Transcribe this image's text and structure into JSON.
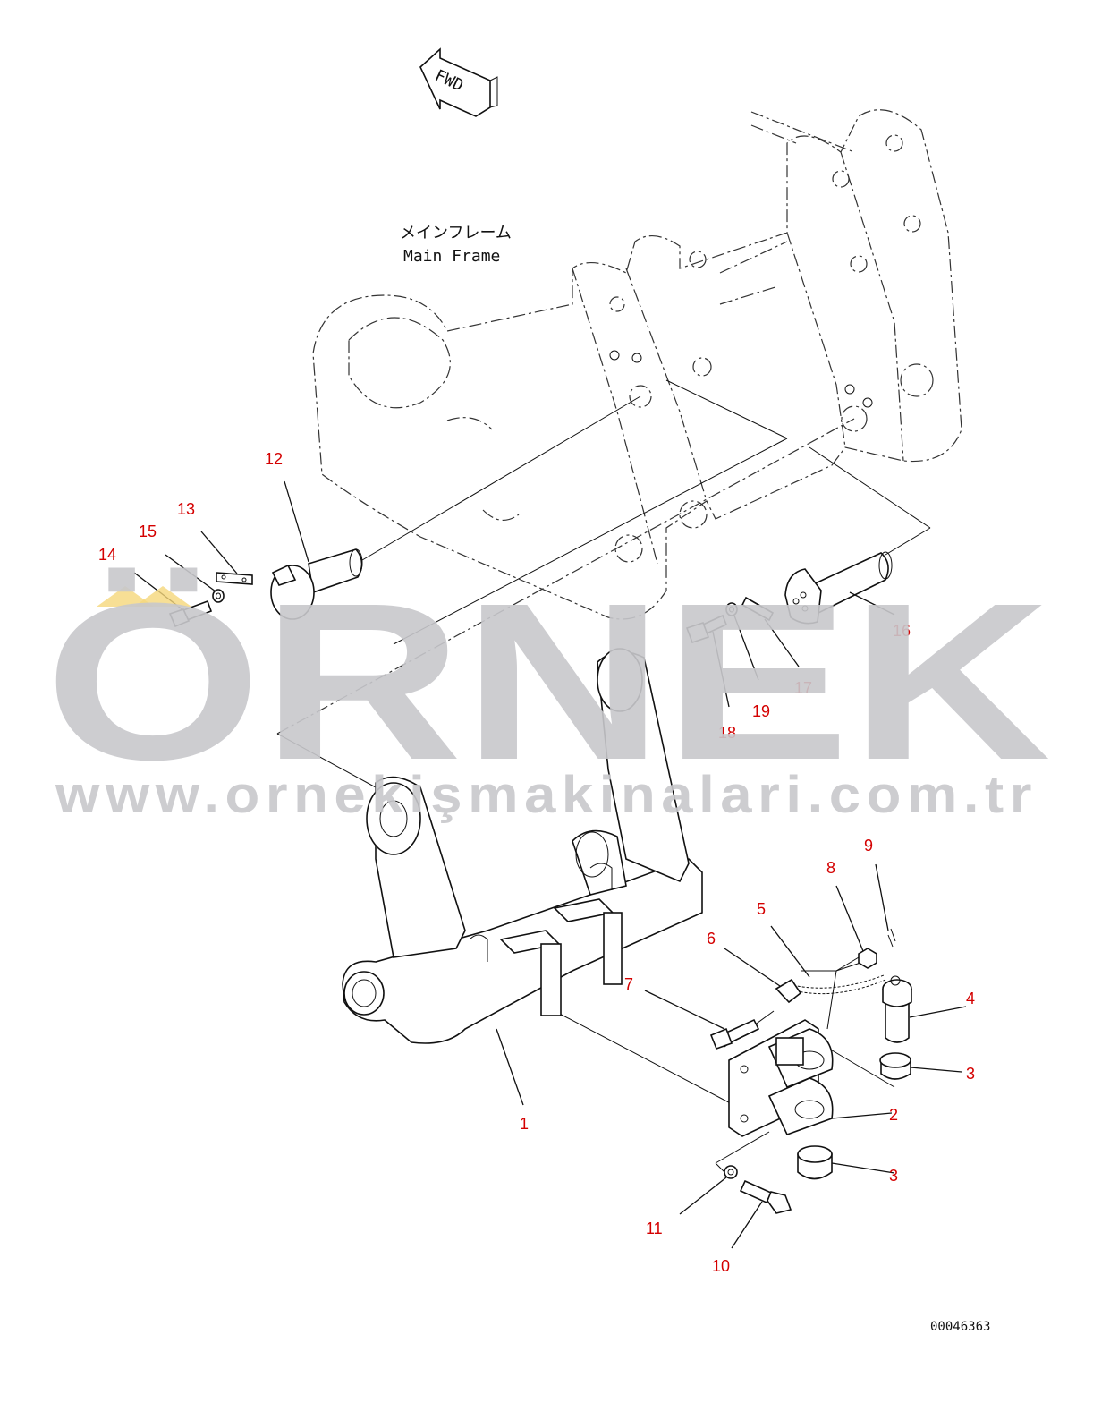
{
  "fwd_label": "FWD",
  "main_frame_label_jp": "メインフレーム",
  "main_frame_label_en": "Main Frame",
  "drawing_code": "00046363",
  "watermark": {
    "brand": "ÖRNEK",
    "url": "www.ornekişmakinalari.com.tr"
  },
  "callouts": [
    "1",
    "2",
    "3",
    "3",
    "4",
    "5",
    "6",
    "7",
    "8",
    "9",
    "10",
    "11",
    "12",
    "13",
    "14",
    "15",
    "16",
    "17",
    "18",
    "19"
  ],
  "colors": {
    "callout": "#d40000",
    "line": "#111111",
    "watermark": "#c8c8cc",
    "accent": "#f5d77a"
  }
}
